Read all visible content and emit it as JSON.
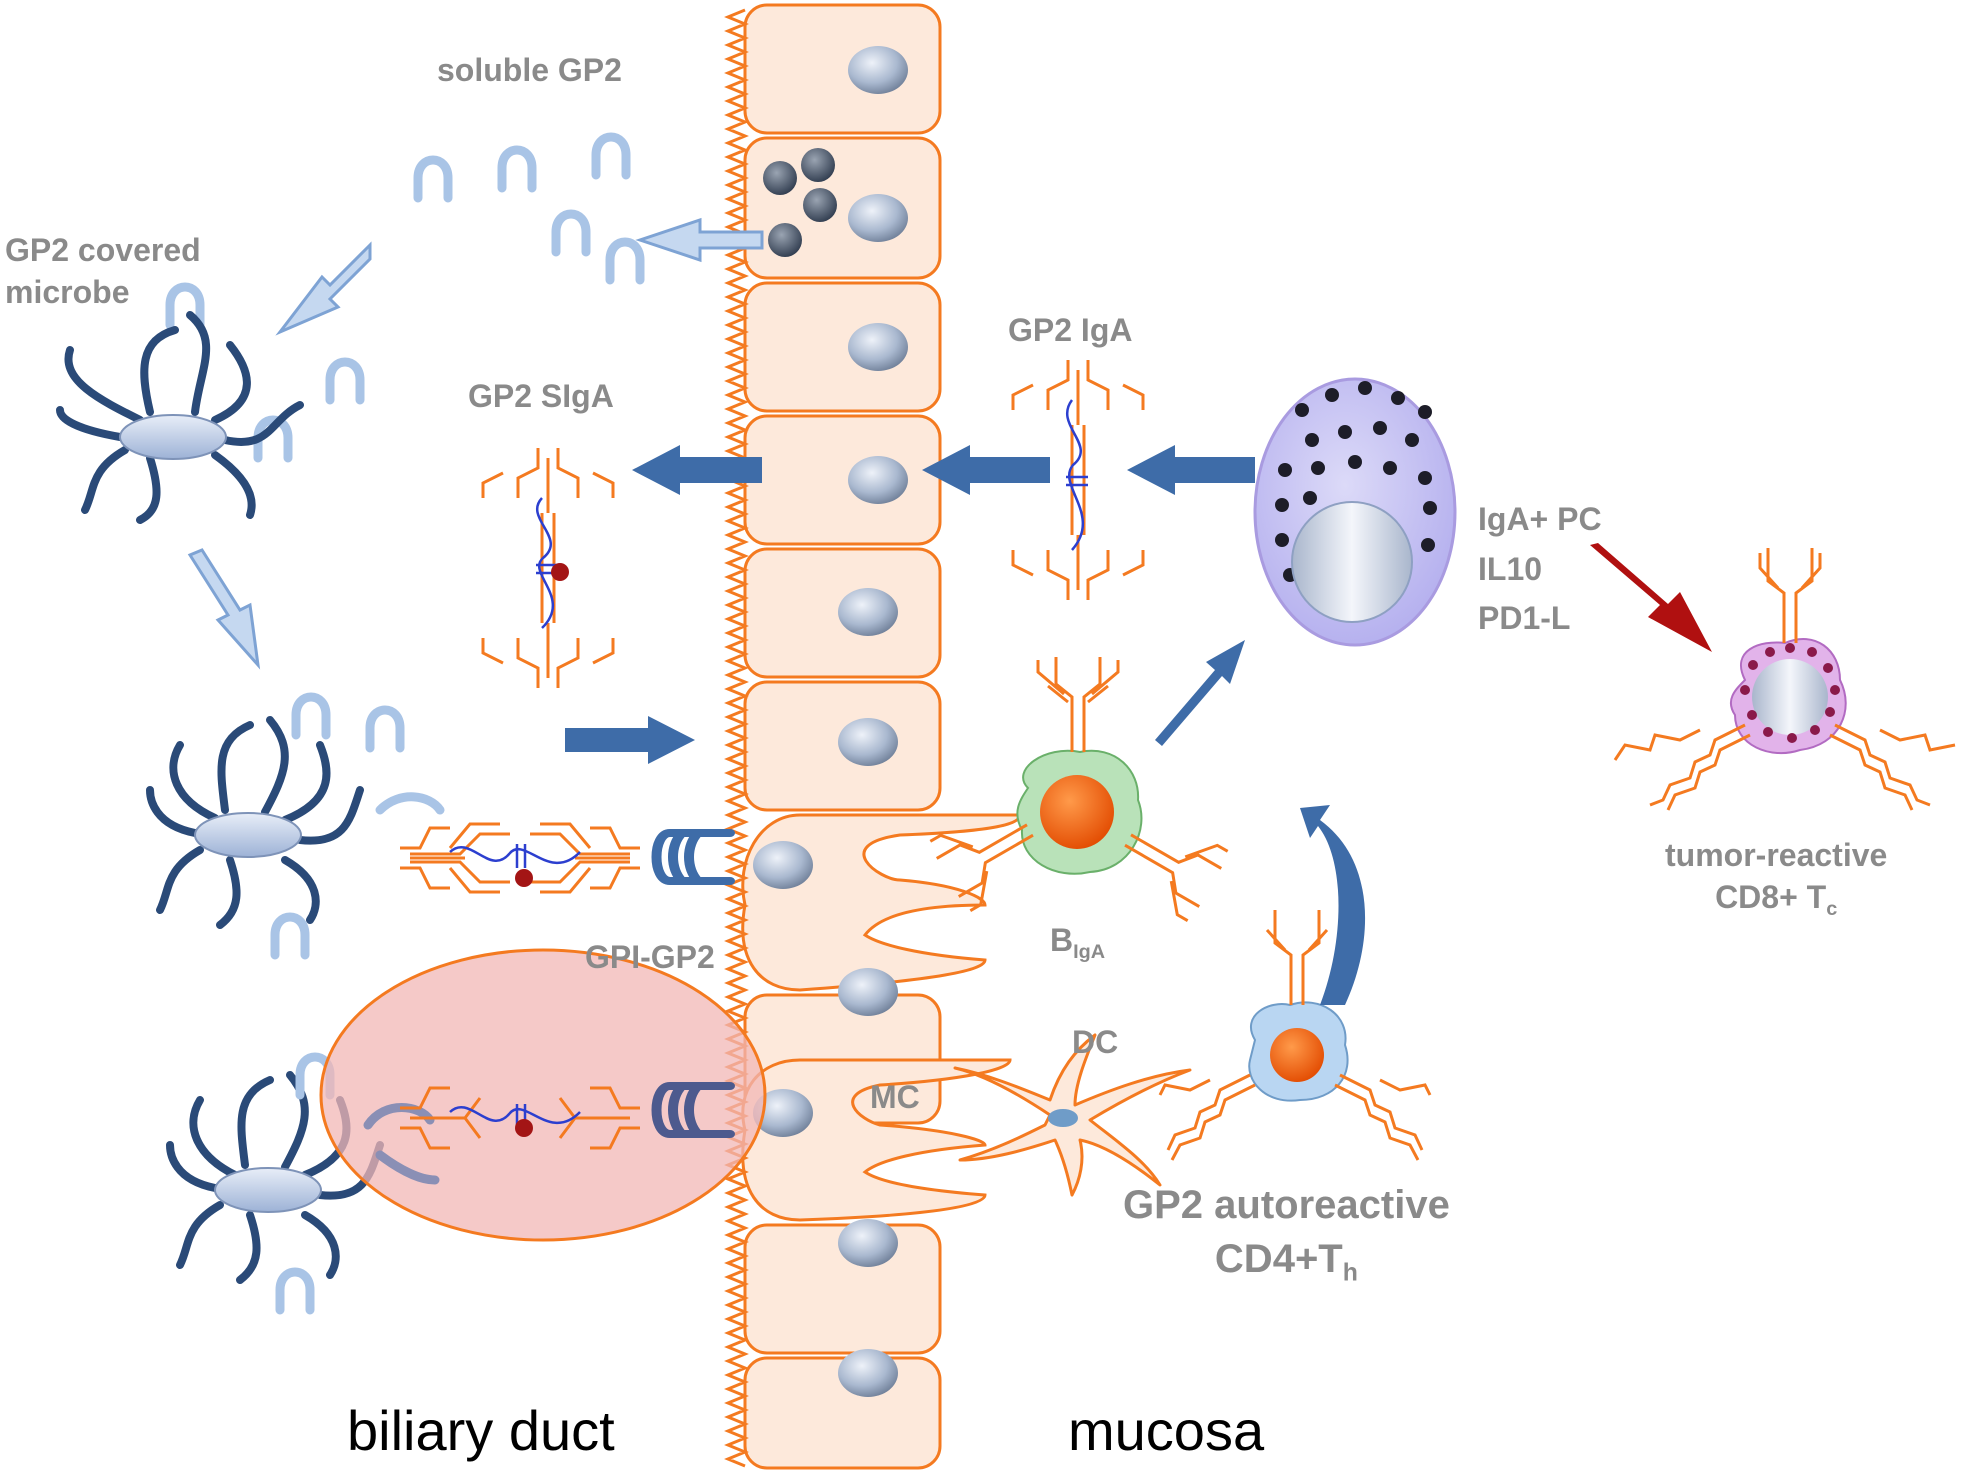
{
  "labels": {
    "soluble_gp2": "soluble GP2",
    "gp2_covered_microbe_line1": "GP2 covered",
    "gp2_covered_microbe_line2": "microbe",
    "gp2_siga": "GP2 SIgA",
    "gp2_iga": "GP2 IgA",
    "gpi_gp2": "GPI-GP2",
    "iga_pc": "IgA+ PC",
    "il10": "IL10",
    "pd1l": "PD1-L",
    "b_iga_main": "B",
    "b_iga_sub": "IgA",
    "dc": "DC",
    "mc": "MC",
    "tumor_reactive": "tumor-reactive",
    "cd8_main": "CD8+ T",
    "cd8_sub": "c",
    "gp2_autoreactive": "GP2 autoreactive",
    "cd4_main": "CD4+T",
    "cd4_sub": "h",
    "biliary_duct": "biliary duct",
    "mucosa": "mucosa"
  },
  "colors": {
    "epithelium_outline": "#f47a20",
    "epithelium_fill": "#fde9db",
    "antibody": "#f47a20",
    "j_chain": "#2c3fcf",
    "secretory_dot": "#a31515",
    "arrow_dark": "#3e6ca8",
    "arrow_light": "#c5d8f0",
    "arrow_red": "#b01010",
    "microbe_tendril": "#2a4a78",
    "gp2_light": "#a9c4e6",
    "plasma_cell": "#c9c6f2",
    "b_cell": "#b9e2b9",
    "t_cell": "#b9d6f2",
    "cd8_cell": "#e2b3ea",
    "m_cell_zone": "#f1b7b5"
  }
}
